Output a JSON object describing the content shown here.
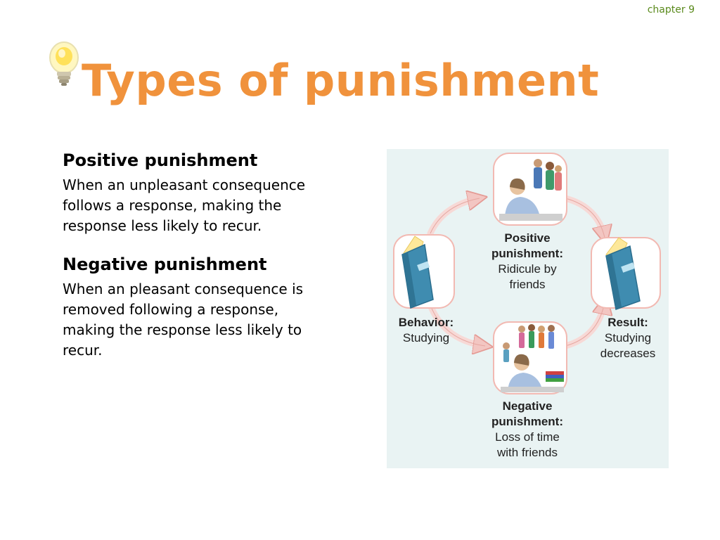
{
  "header": {
    "chapter": "chapter 9",
    "title": "Types of punishment"
  },
  "sections": [
    {
      "heading": "Positive punishment",
      "body": "When an unpleasant consequence follows a response, making the response less likely to recur."
    },
    {
      "heading": "Negative punishment",
      "body": "When an pleasant consequence is removed following a response, making the response less likely to recur."
    }
  ],
  "diagram": {
    "behavior": {
      "title": "Behavior:",
      "line1": "Studying"
    },
    "positive": {
      "title": "Positive",
      "title2": "punishment:",
      "line1": "Ridicule by",
      "line2": "friends"
    },
    "negative": {
      "title": "Negative",
      "title2": "punishment:",
      "line1": "Loss of time",
      "line2": "with friends"
    },
    "result": {
      "title": "Result:",
      "line1": "Studying",
      "line2": "decreases"
    }
  },
  "colors": {
    "title": "#f0923c",
    "chapter": "#5a8a1c",
    "arrow": "#f3c6c2",
    "panel": "#e9f3f3"
  }
}
